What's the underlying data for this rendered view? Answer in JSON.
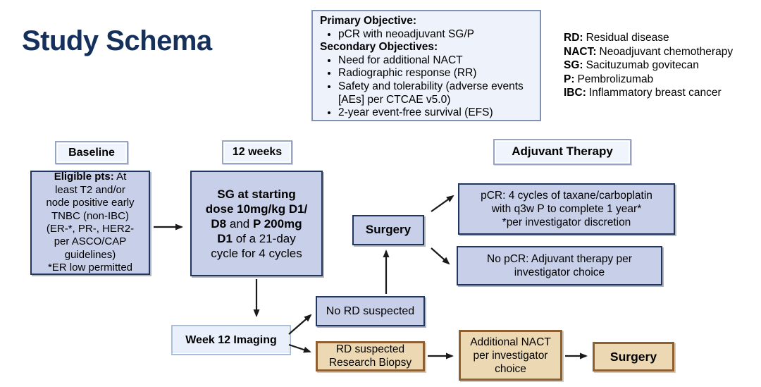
{
  "title": "Study Schema",
  "objectives_box": {
    "primary_heading": "Primary Objective:",
    "primary_items": [
      "pCR with neoadjuvant SG/P"
    ],
    "secondary_heading": "Secondary Objectives:",
    "secondary_items": [
      "Need for additional NACT",
      "Radiographic response (RR)",
      "Safety and tolerability (adverse events [AEs] per CTCAE v5.0)",
      "2-year event-free survival (EFS)"
    ]
  },
  "legend": {
    "items": [
      {
        "abbr": "RD:",
        "desc": "Residual disease"
      },
      {
        "abbr": "NACT:",
        "desc": "Neoadjuvant chemotherapy"
      },
      {
        "abbr": "SG:",
        "desc": "Sacituzumab govitecan"
      },
      {
        "abbr": "P:",
        "desc": "Pembrolizumab"
      },
      {
        "abbr": "IBC:",
        "desc": "Inflammatory breast cancer"
      }
    ]
  },
  "phase_labels": {
    "baseline": "Baseline",
    "twelve_weeks": "12 weeks",
    "adjuvant_therapy": "Adjuvant Therapy"
  },
  "nodes": {
    "eligible": {
      "segments": [
        {
          "text": "Eligible pts:",
          "bold": true
        },
        {
          "text": " At\nleast T2 and/or\nnode positive early\nTNBC (non-IBC)\n(ER-*, PR-, HER2-\nper ASCO/CAP\nguidelines)\n*ER low permitted",
          "bold": false
        }
      ]
    },
    "treatment": {
      "segments": [
        {
          "text": "SG at starting\ndose 10mg/kg D1/\nD8",
          "bold": true
        },
        {
          "text": " and ",
          "bold": false
        },
        {
          "text": "P 200mg\nD1",
          "bold": true
        },
        {
          "text": " of a 21-day\ncycle for 4 cycles",
          "bold": false
        }
      ]
    },
    "surgery_main": {
      "text": "Surgery"
    },
    "pcr": {
      "text": "pCR: 4 cycles of taxane/carboplatin\nwith q3w P to complete 1 year*\n*per investigator discretion"
    },
    "no_pcr": {
      "text": "No pCR: Adjuvant therapy per\ninvestigator choice"
    },
    "week12_imaging": {
      "text": "Week 12 Imaging"
    },
    "no_rd": {
      "text": "No RD suspected"
    },
    "rd_suspected": {
      "text": "RD suspected\nResearch Biopsy"
    },
    "additional_nact": {
      "text": "Additional NACT\nper investigator\nchoice"
    },
    "surgery_after_nact": {
      "text": "Surgery"
    }
  },
  "colors": {
    "title_text": "#16305c",
    "box_fill_blue": "#c8cfe8",
    "box_border_navy": "#21365f",
    "label_fill": "#f0f4fc",
    "label_border": "#98a6c4",
    "light_fill": "#e9effb",
    "light_border": "#a9bede",
    "tan_fill": "#ecd8b2",
    "tan_border": "#8d5f31",
    "objectives_fill": "#edf2fb",
    "objectives_border": "#8091b4",
    "arrow": "#1a1a1a"
  }
}
